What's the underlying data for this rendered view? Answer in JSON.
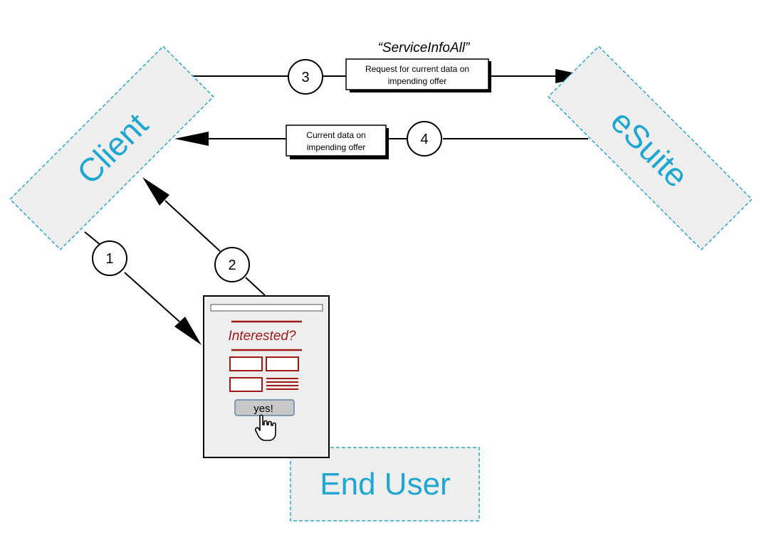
{
  "actors": {
    "client": "Client",
    "esuite": "eSuite",
    "end_user": "End User"
  },
  "api_call": "“ServiceInfoAll”",
  "steps": [
    {
      "number": "1"
    },
    {
      "number": "2"
    },
    {
      "number": "3",
      "lines": [
        "Request for current data on",
        "impending offer"
      ]
    },
    {
      "number": "4",
      "lines": [
        "Current data on",
        "impending offer"
      ]
    }
  ],
  "form": {
    "title": "Interested?",
    "button": "yes!"
  },
  "colors": {
    "actor_text": "#1fa7d0",
    "actor_border": "#2aa8c9",
    "actor_fill": "#eeeeee",
    "form_accent": "#a01818"
  },
  "icons": {
    "cursor": "hand-pointer-icon"
  }
}
